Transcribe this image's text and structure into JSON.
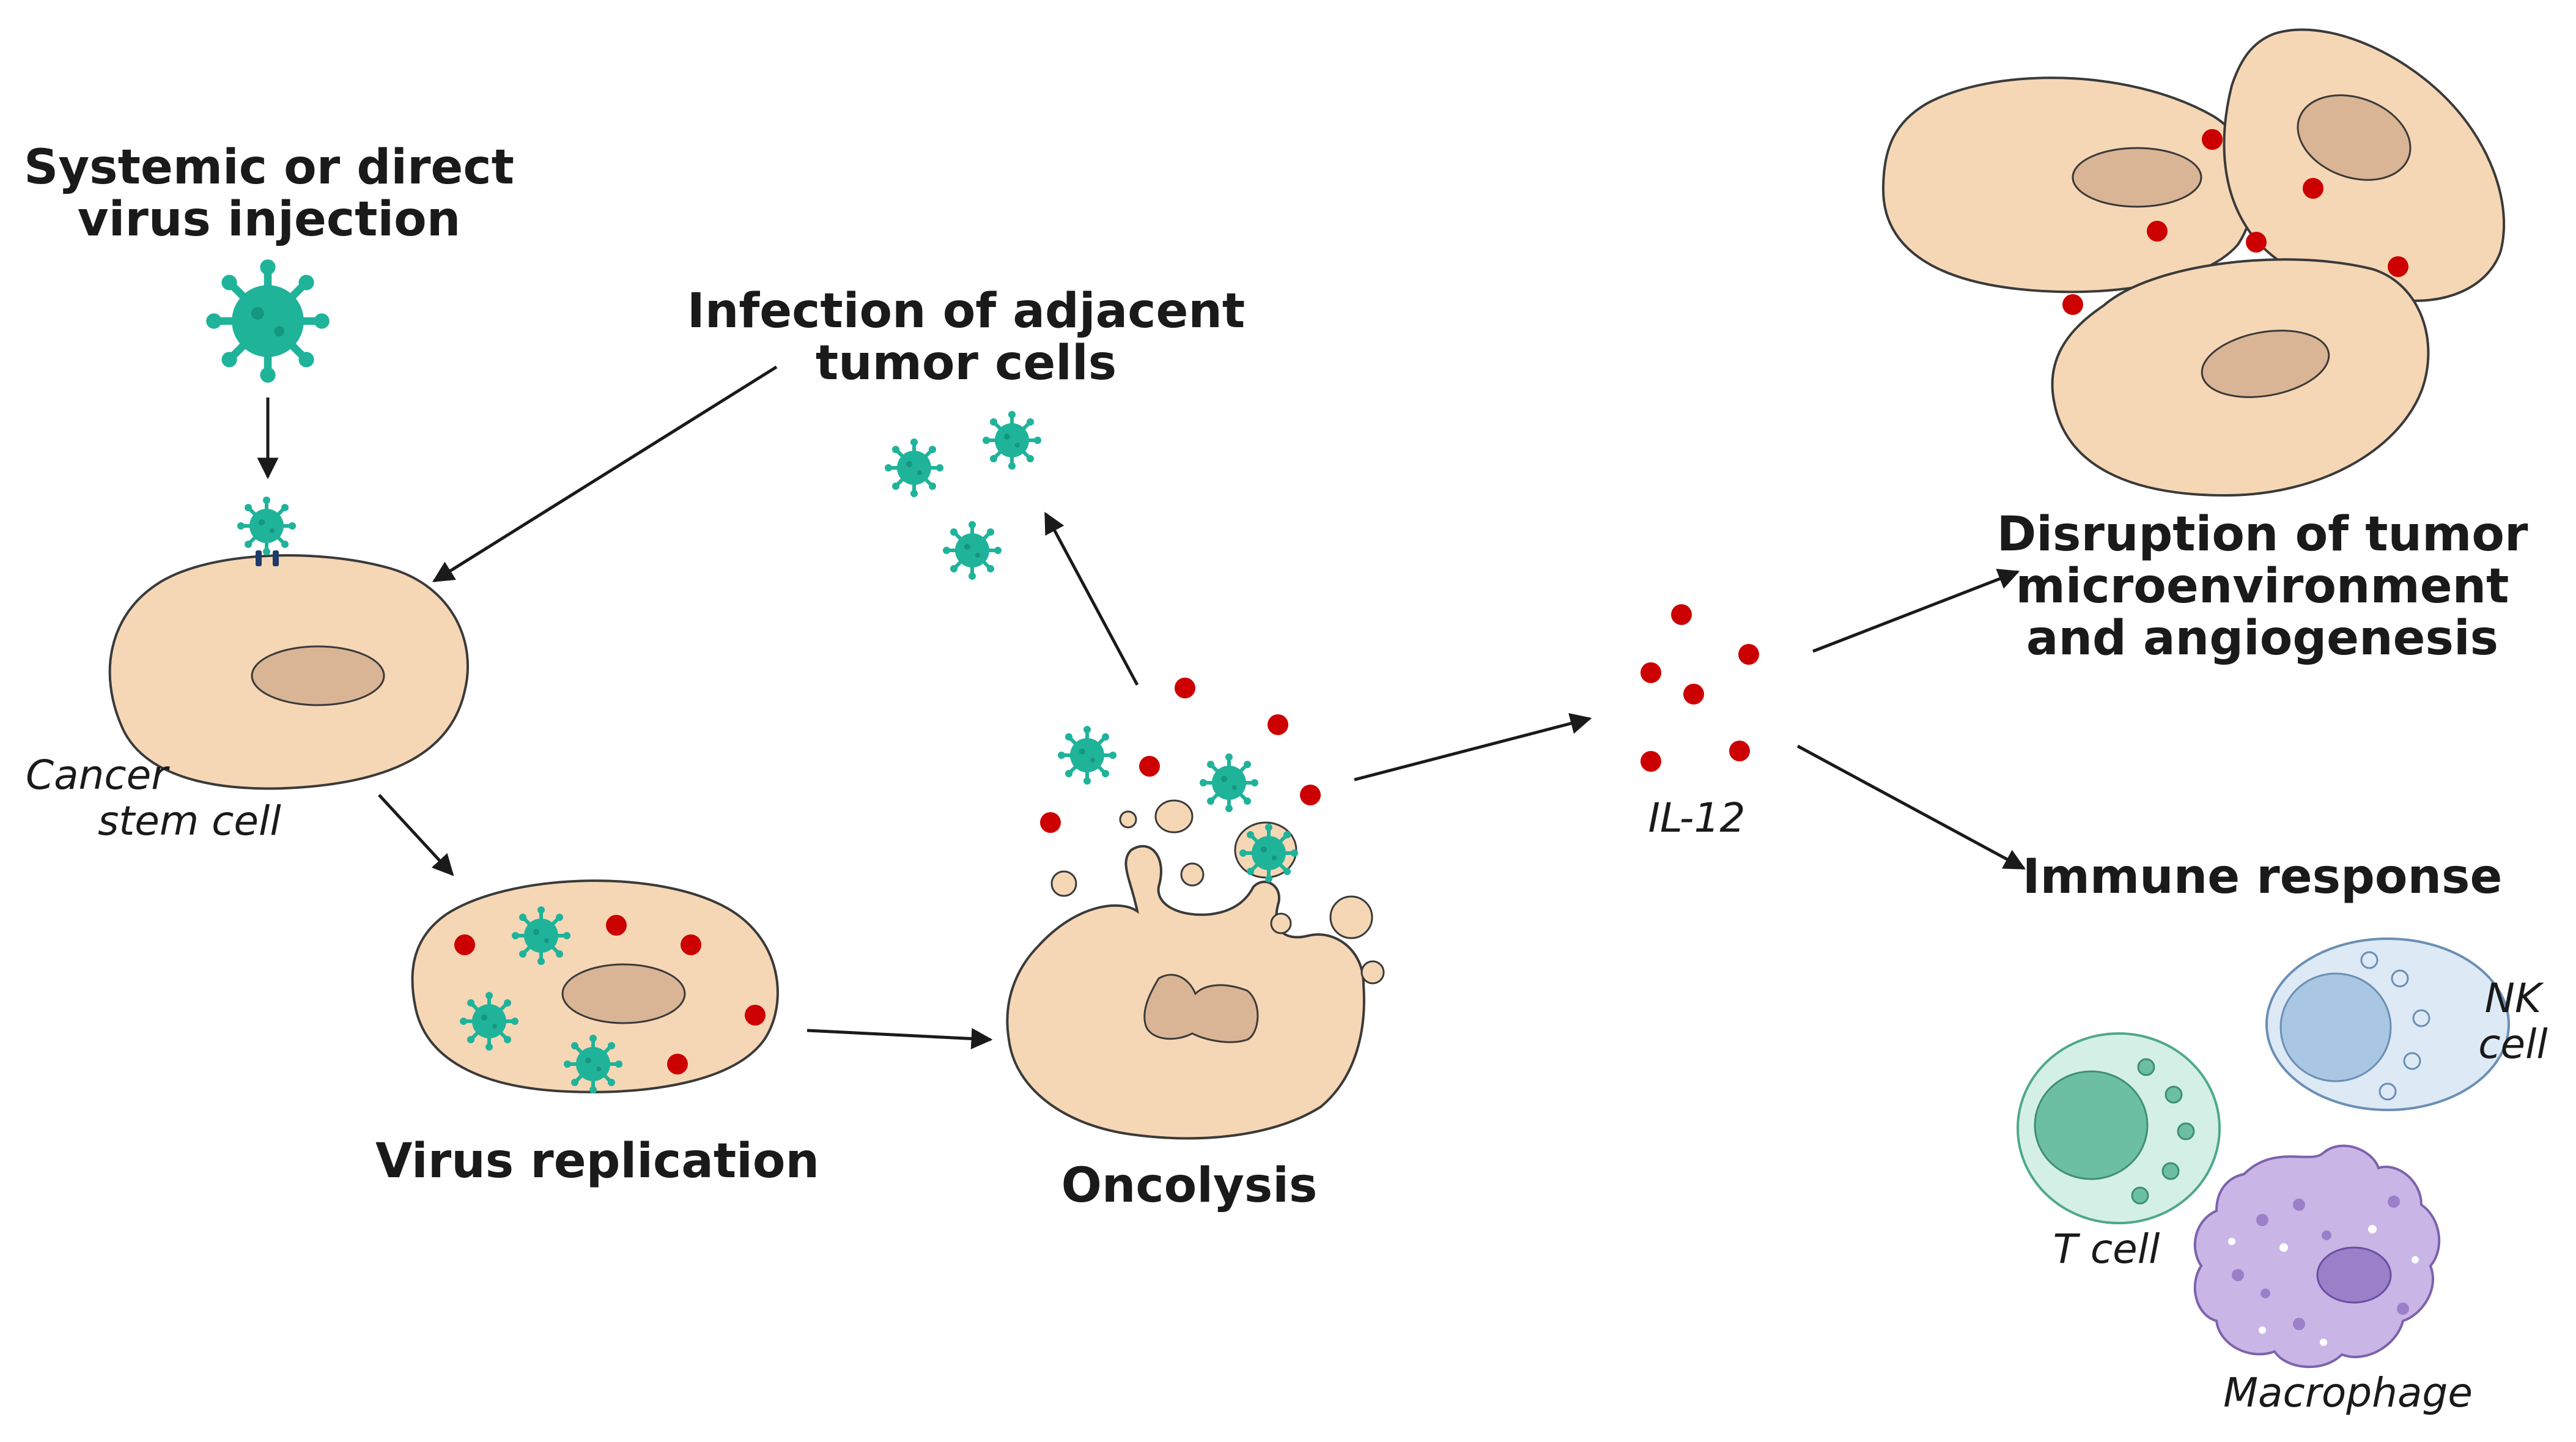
{
  "labels": {
    "injection_line1": "Systemic or direct",
    "injection_line2": "virus injection",
    "infection_line1": "Infection of adjacent",
    "infection_line2": "tumor cells",
    "cancer_stem_line1": "Cancer",
    "cancer_stem_line2": "stem cell",
    "virus_replication": "Virus replication",
    "oncolysis": "Oncolysis",
    "il12": "IL-12",
    "disruption_line1": "Disruption of tumor",
    "disruption_line2": "microenvironment",
    "disruption_line3": "and angiogenesis",
    "immune_response": "Immune response",
    "nk_line1": "NK",
    "nk_line2": "cell",
    "t_cell": "T cell",
    "macrophage": "Macrophage"
  },
  "colors": {
    "cell_fill": "#f5d7b5",
    "cell_stroke": "#3a3a3a",
    "nucleus_fill": "#d9b595",
    "virus": "#1fb39a",
    "il12_dot": "#cc0000",
    "nk_fill": "#dde9f5",
    "nk_nucleus": "#a9c6e2",
    "tcell_fill": "#d4f0e6",
    "tcell_nucleus": "#6dbfa4",
    "macrophage_fill": "#c9b6e6",
    "macrophage_nucleus": "#9b7fc9"
  },
  "icons": [
    "virus-icon",
    "il12-dot-icon",
    "arrow-icon"
  ]
}
